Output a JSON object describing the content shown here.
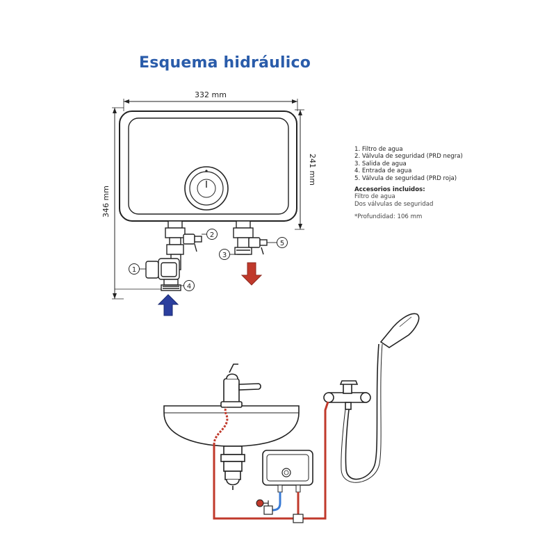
{
  "title": "Esquema hidráulico",
  "dimensions": {
    "width": "332 mm",
    "height_total": "346 mm",
    "height_body": "241 mm"
  },
  "callouts": [
    "1",
    "2",
    "3",
    "4",
    "5"
  ],
  "legend": {
    "items": [
      "1. Filtro de agua",
      "2. Válvula de seguridad (PRD negra)",
      "3. Salida de agua",
      "4. Entrada de agua",
      "5. Válvula de seguridad (PRD roja)"
    ],
    "accessories_title": "Accesorios incluidos:",
    "accessories": [
      "Filtro de agua",
      "Dos válvulas de seguridad"
    ],
    "note": "*Profundidad: 106 mm"
  },
  "colors": {
    "title": "#2a5caa",
    "inlet_arrow": "#2b3f9e",
    "outlet_arrow": "#c0392b",
    "hot_pipe": "#c0392b",
    "cold_pipe": "#3a7bd5",
    "line": "#222222"
  },
  "icons": [
    "inlet-arrow-icon",
    "outlet-arrow-icon",
    "thermostat-knob-icon",
    "faucet-icon",
    "shower-head-icon"
  ]
}
